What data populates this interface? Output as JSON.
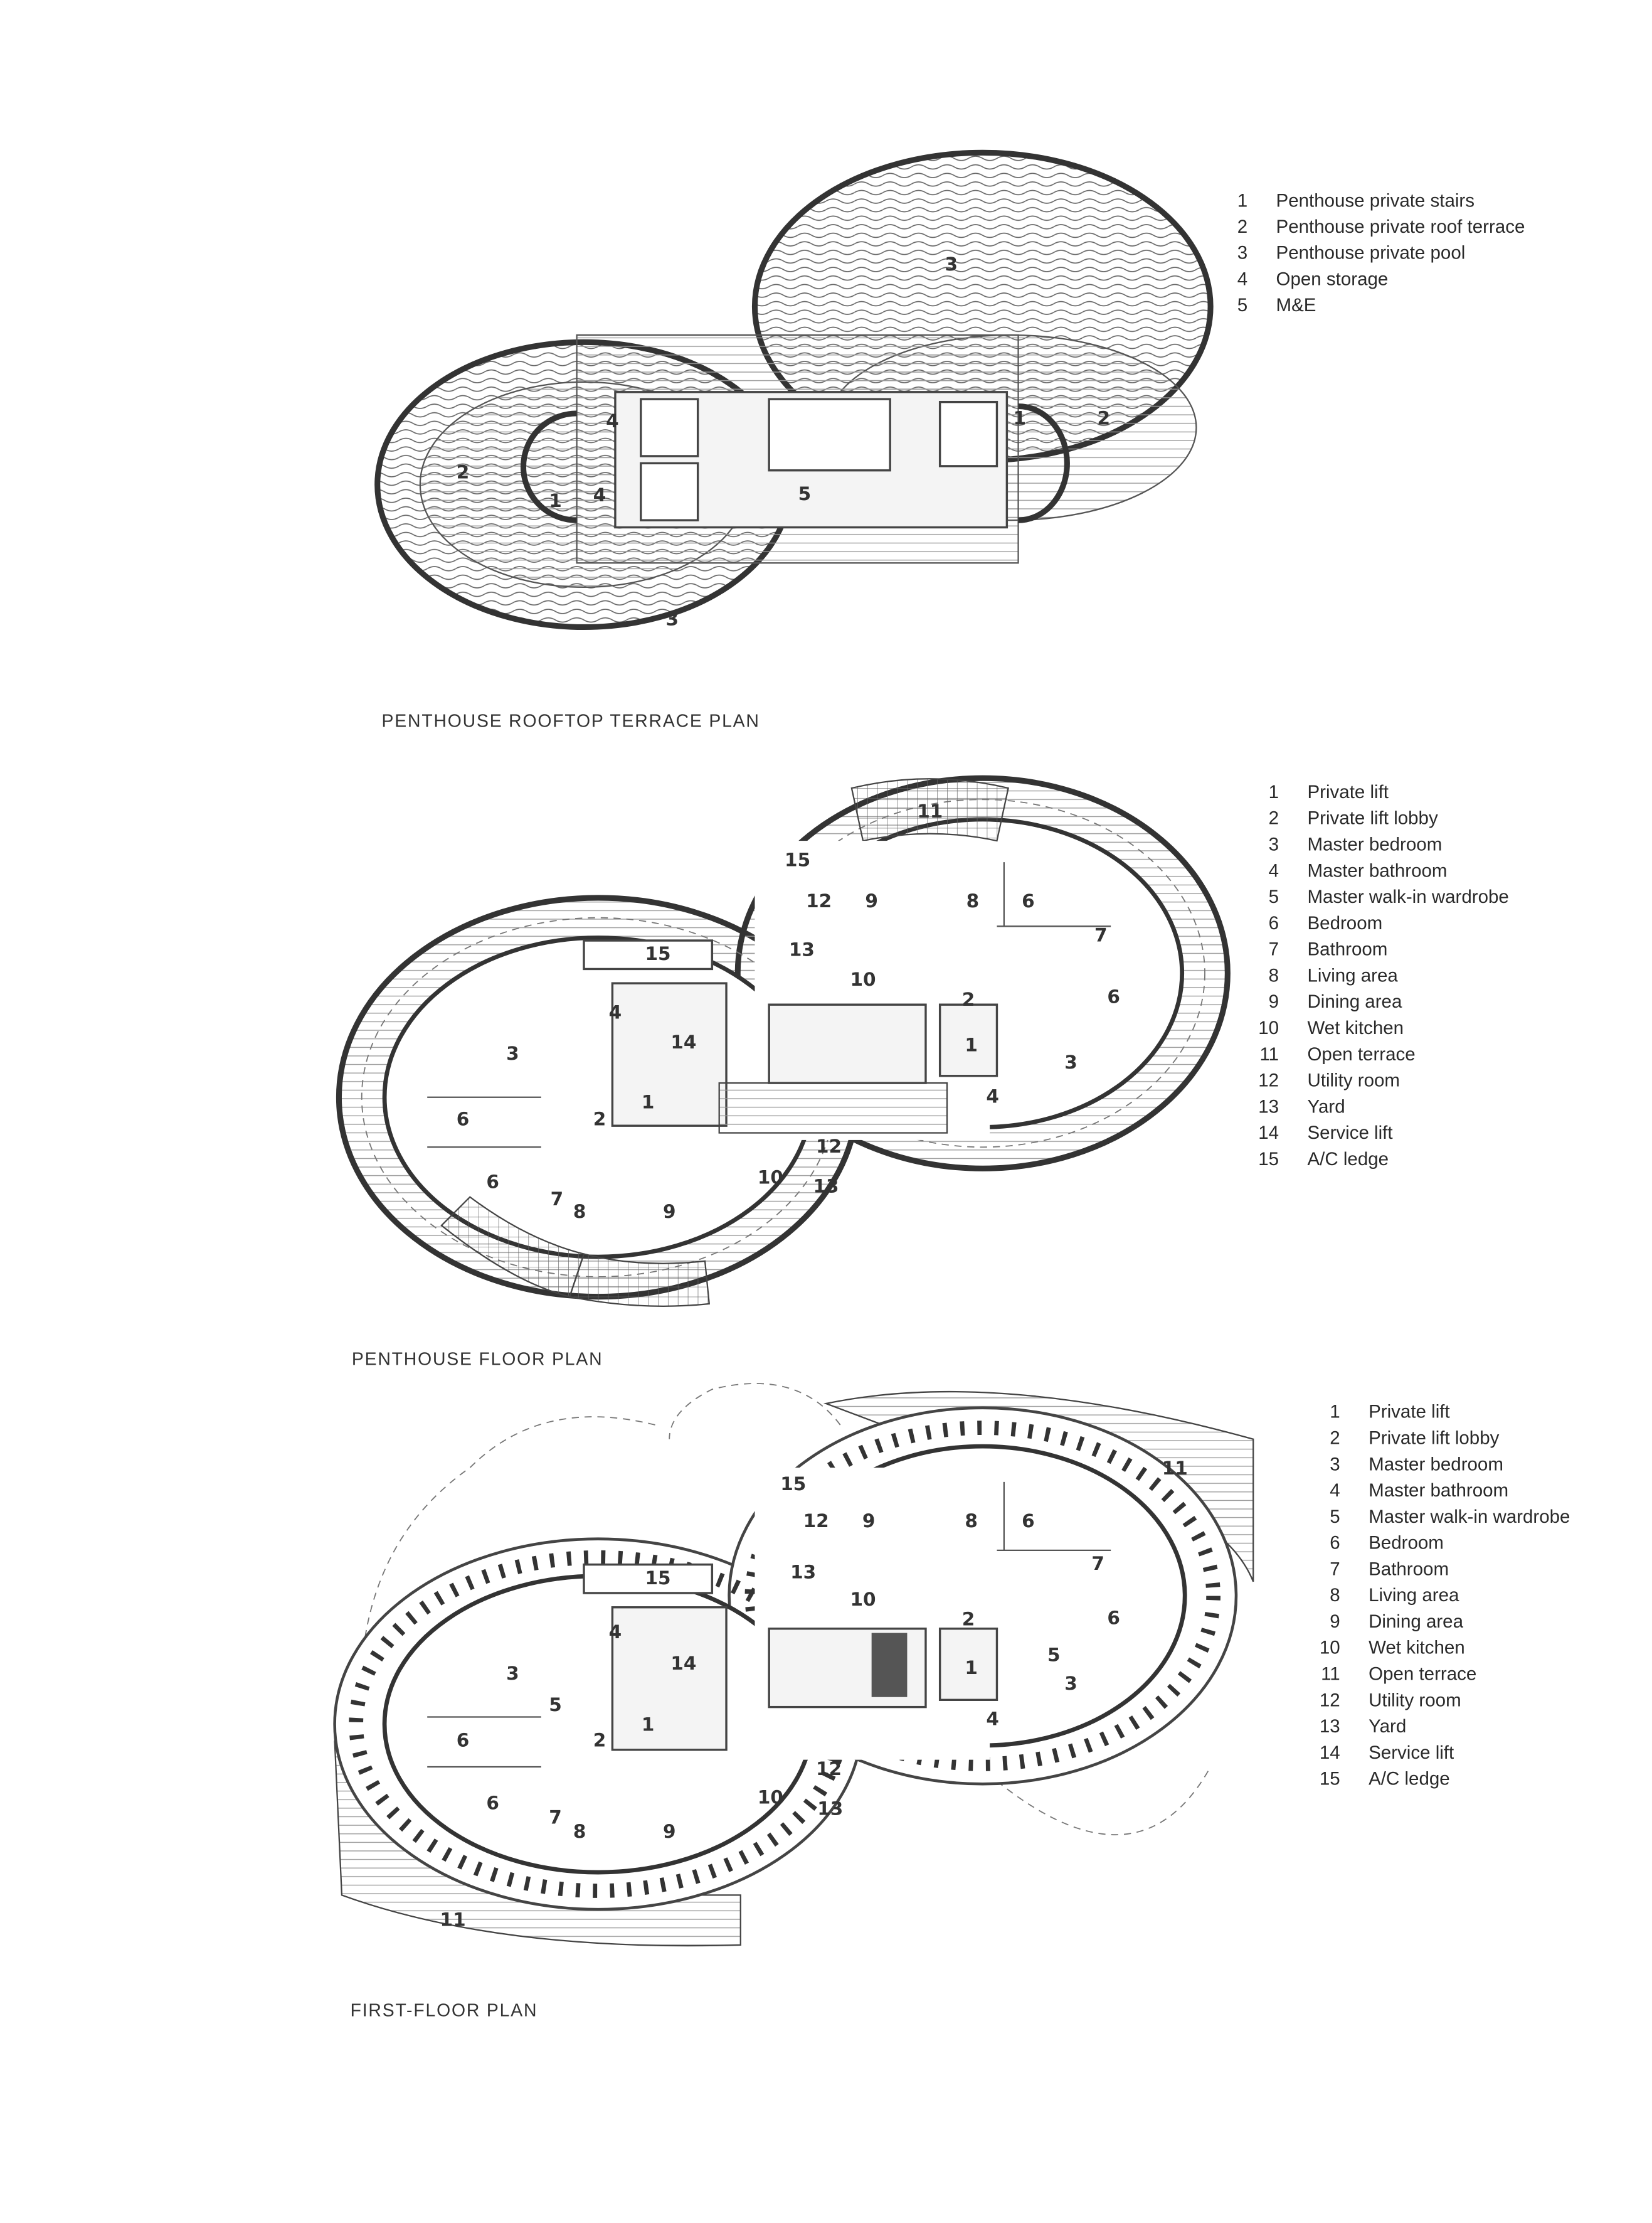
{
  "plans": [
    {
      "caption": "PENTHOUSE ROOFTOP TERRACE PLAN",
      "legend": [
        {
          "num": "1",
          "label": "Penthouse private stairs"
        },
        {
          "num": "2",
          "label": "Penthouse private roof terrace"
        },
        {
          "num": "3",
          "label": "Penthouse private pool"
        },
        {
          "num": "4",
          "label": "Open storage"
        },
        {
          "num": "5",
          "label": "M&E"
        }
      ],
      "room_labels": [
        "3",
        "2",
        "4",
        "1",
        "4",
        "5",
        "1",
        "2",
        "3"
      ]
    },
    {
      "caption": "PENTHOUSE FLOOR PLAN",
      "legend": [
        {
          "num": "1",
          "label": "Private lift"
        },
        {
          "num": "2",
          "label": "Private lift lobby"
        },
        {
          "num": "3",
          "label": "Master bedroom"
        },
        {
          "num": "4",
          "label": "Master bathroom"
        },
        {
          "num": "5",
          "label": "Master walk-in wardrobe"
        },
        {
          "num": "6",
          "label": "Bedroom"
        },
        {
          "num": "7",
          "label": "Bathroom"
        },
        {
          "num": "8",
          "label": "Living area"
        },
        {
          "num": "9",
          "label": "Dining area"
        },
        {
          "num": "10",
          "label": "Wet kitchen"
        },
        {
          "num": "11",
          "label": "Open terrace"
        },
        {
          "num": "12",
          "label": "Utility room"
        },
        {
          "num": "13",
          "label": "Yard"
        },
        {
          "num": "14",
          "label": "Service lift"
        },
        {
          "num": "15",
          "label": "A/C ledge"
        }
      ],
      "room_labels": [
        "11",
        "15",
        "12",
        "9",
        "8",
        "6",
        "7",
        "13",
        "15",
        "10",
        "2",
        "6",
        "4",
        "14",
        "1",
        "3",
        "3",
        "1",
        "2",
        "4",
        "6",
        "12",
        "6",
        "10",
        "13",
        "7",
        "8",
        "9"
      ]
    },
    {
      "caption": "FIRST-FLOOR PLAN",
      "legend": [
        {
          "num": "1",
          "label": "Private lift"
        },
        {
          "num": "2",
          "label": "Private lift lobby"
        },
        {
          "num": "3",
          "label": "Master bedroom"
        },
        {
          "num": "4",
          "label": "Master bathroom"
        },
        {
          "num": "5",
          "label": "Master walk-in wardrobe"
        },
        {
          "num": "6",
          "label": "Bedroom"
        },
        {
          "num": "7",
          "label": "Bathroom"
        },
        {
          "num": "8",
          "label": "Living area"
        },
        {
          "num": "9",
          "label": "Dining area"
        },
        {
          "num": "10",
          "label": "Wet kitchen"
        },
        {
          "num": "11",
          "label": "Open terrace"
        },
        {
          "num": "12",
          "label": "Utility room"
        },
        {
          "num": "13",
          "label": "Yard"
        },
        {
          "num": "14",
          "label": "Service lift"
        },
        {
          "num": "15",
          "label": "A/C ledge"
        }
      ],
      "room_labels": [
        "11",
        "15",
        "12",
        "9",
        "8",
        "6",
        "7",
        "13",
        "15",
        "10",
        "2",
        "6",
        "4",
        "14",
        "1",
        "5",
        "3",
        "3",
        "5",
        "1",
        "2",
        "4",
        "6",
        "12",
        "6",
        "10",
        "13",
        "7",
        "8",
        "9",
        "11"
      ]
    }
  ]
}
